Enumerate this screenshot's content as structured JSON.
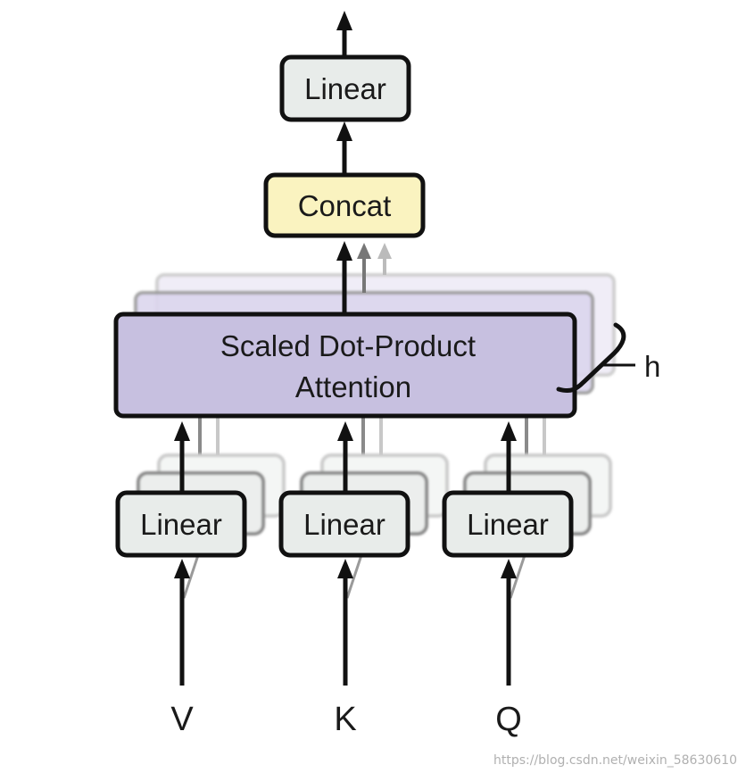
{
  "diagram": {
    "top_linear_label": "Linear",
    "concat_label": "Concat",
    "attention_label_line1": "Scaled Dot-Product",
    "attention_label_line2": "Attention",
    "head_count_label": "h",
    "proj_v_label": "Linear",
    "proj_k_label": "Linear",
    "proj_q_label": "Linear",
    "input_v": "V",
    "input_k": "K",
    "input_q": "Q"
  },
  "colors": {
    "linear_fill": "#e8ecea",
    "concat_fill": "#faf3c0",
    "attention_fill": "#c7c0e0",
    "stroke": "#111111"
  },
  "watermark": "https://blog.csdn.net/weixin_58630610"
}
